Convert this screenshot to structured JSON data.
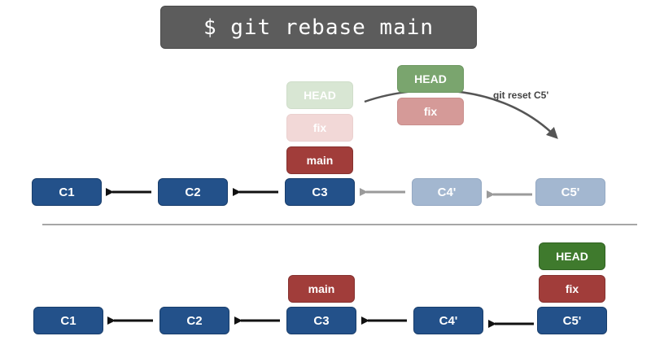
{
  "command": "$ git rebase main",
  "top_row": {
    "commits": [
      "C1",
      "C2",
      "C3",
      "C4'",
      "C5'"
    ],
    "head_faint": "HEAD",
    "fix_faint": "fix",
    "main": "main",
    "head_moving": "HEAD",
    "fix_moving": "fix",
    "arrow_label": "git reset C5'"
  },
  "bottom_row": {
    "commits": [
      "C1",
      "C2",
      "C3",
      "C4'",
      "C5'"
    ],
    "main": "main",
    "head": "HEAD",
    "fix": "fix"
  },
  "colors": {
    "commit": "#23518a",
    "commit_ghost": "#a3b7d0",
    "head": "#3f7a2d",
    "branch": "#a13d3a",
    "command_bg": "#5c5c5c"
  }
}
